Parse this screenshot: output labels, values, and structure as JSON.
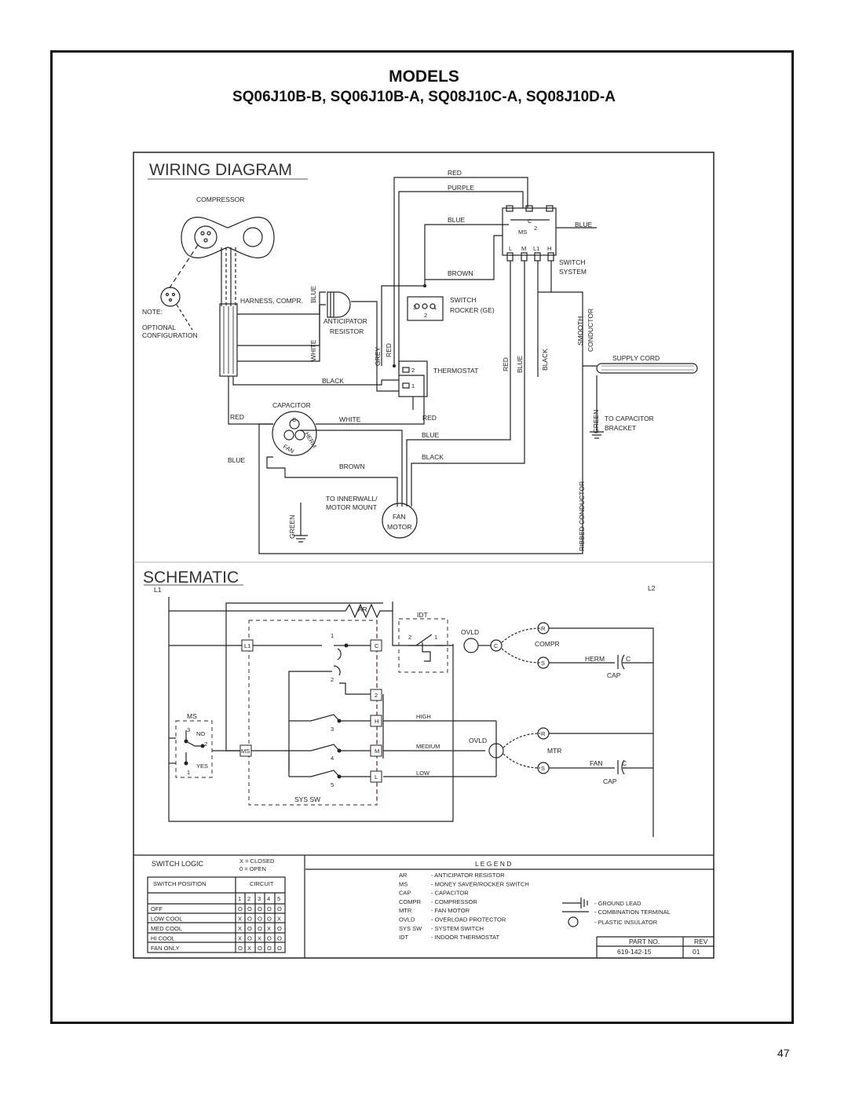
{
  "header": {
    "title": "MODELS",
    "models": "SQ06J10B-B, SQ06J10B-A, SQ08J10C-A, SQ08J10D-A"
  },
  "page_number": "47",
  "wiring": {
    "title": "WIRING DIAGRAM",
    "compressor": "COMPRESSOR",
    "note": "NOTE:",
    "optional": "OPTIONAL",
    "configuration": "CONFIGURATION",
    "harness": "HARNESS, COMPR.",
    "anticipator": "ANTICIPATOR",
    "resistor": "RESISTOR",
    "capacitor": "CAPACITOR",
    "switch_rocker_1": "SWITCH",
    "switch_rocker_2": "ROCKER (GE)",
    "thermostat": "THERMOSTAT",
    "switch_system_1": "SWITCH",
    "switch_system_2": "SYSTEM",
    "smooth_1": "SMOOTH",
    "smooth_2": "CONDUCTOR",
    "supply_cord": "SUPPLY CORD",
    "to_capacitor_1": "TO CAPACITOR",
    "to_capacitor_2": "BRACKET",
    "ribbed": "RIBBED CONDUCTOR",
    "innerwall_1": "TO INNERWALL/",
    "innerwall_2": "MOTOR MOUNT",
    "fan_1": "FAN",
    "fan_2": "MOTOR",
    "wires": {
      "red": "RED",
      "purple": "PURPLE",
      "blue": "BLUE",
      "brown": "BROWN",
      "black": "BLACK",
      "white": "WHITE",
      "grey": "GREY",
      "green": "GREEN"
    },
    "cap_herm": "HERM",
    "cap_fan": "FAN",
    "cap_c": "C",
    "ms": "MS",
    "terms": {
      "c": "C",
      "two": "2",
      "l": "L",
      "m": "M",
      "l1": "L1",
      "h": "H",
      "three": "3",
      "one": "1"
    }
  },
  "schematic": {
    "title": "SCHEMATIC",
    "l1": "L1",
    "l2": "L2",
    "ar": "AR",
    "idt": "IDT",
    "ovld": "OVLD",
    "compr": "COMPR",
    "herm": "HERM",
    "c": "C",
    "cap": "CAP",
    "r": "R",
    "s": "S",
    "ms": "MS",
    "no": "NO",
    "yes": "YES",
    "high": "HIGH",
    "medium": "MEDIUM",
    "low": "LOW",
    "mtr": "MTR",
    "fan": "FAN",
    "sys_sw": "SYS SW",
    "box_l1": "L1",
    "box_c": "C",
    "box_2": "2",
    "box_h": "H",
    "box_m": "M",
    "box_l": "L",
    "box_ms": "MS",
    "n1": "1",
    "n2": "2",
    "n3": "3",
    "n4": "4",
    "n5": "5"
  },
  "switch_logic": {
    "title": "SWITCH LOGIC",
    "closed": "X = CLOSED",
    "open": "0 = OPEN",
    "col_position": "SWITCH POSITION",
    "col_circuit": "CIRCUIT",
    "circuits": [
      "1",
      "2",
      "3",
      "4",
      "5"
    ],
    "rows": [
      {
        "position": "OFF",
        "values": [
          "O",
          "O",
          "O",
          "O",
          "O"
        ]
      },
      {
        "position": "LOW COOL",
        "values": [
          "X",
          "O",
          "O",
          "O",
          "X"
        ]
      },
      {
        "position": "MED COOL",
        "values": [
          "X",
          "O",
          "O",
          "X",
          "O"
        ]
      },
      {
        "position": "HI COOL",
        "values": [
          "X",
          "O",
          "X",
          "O",
          "O"
        ]
      },
      {
        "position": "FAN ONLY",
        "values": [
          "O",
          "X",
          "O",
          "O",
          "O"
        ]
      }
    ]
  },
  "legend": {
    "title": "L E G E N D",
    "items": [
      {
        "abbr": "AR",
        "desc": "- ANTICIPATOR RESISTOR"
      },
      {
        "abbr": "MS",
        "desc": "- MONEY SAVER/ROCKER SWITCH"
      },
      {
        "abbr": "CAP",
        "desc": "- CAPACITOR"
      },
      {
        "abbr": "COMPR",
        "desc": "- COMPRESSOR"
      },
      {
        "abbr": "MTR",
        "desc": "- FAN MOTOR"
      },
      {
        "abbr": "OVLD",
        "desc": "- OVERLOAD PROTECTOR"
      },
      {
        "abbr": "SYS SW",
        "desc": "- SYSTEM SWITCH"
      },
      {
        "abbr": "IDT",
        "desc": "- INDOOR THERMOSTAT"
      }
    ],
    "symbols": [
      "- GROUND LEAD",
      "- COMBINATION TERMINAL",
      "- PLASTIC INSULATOR"
    ],
    "part_no_label": "PART NO.",
    "rev_label": "REV",
    "part_no": "619-142-15",
    "rev": "01"
  }
}
